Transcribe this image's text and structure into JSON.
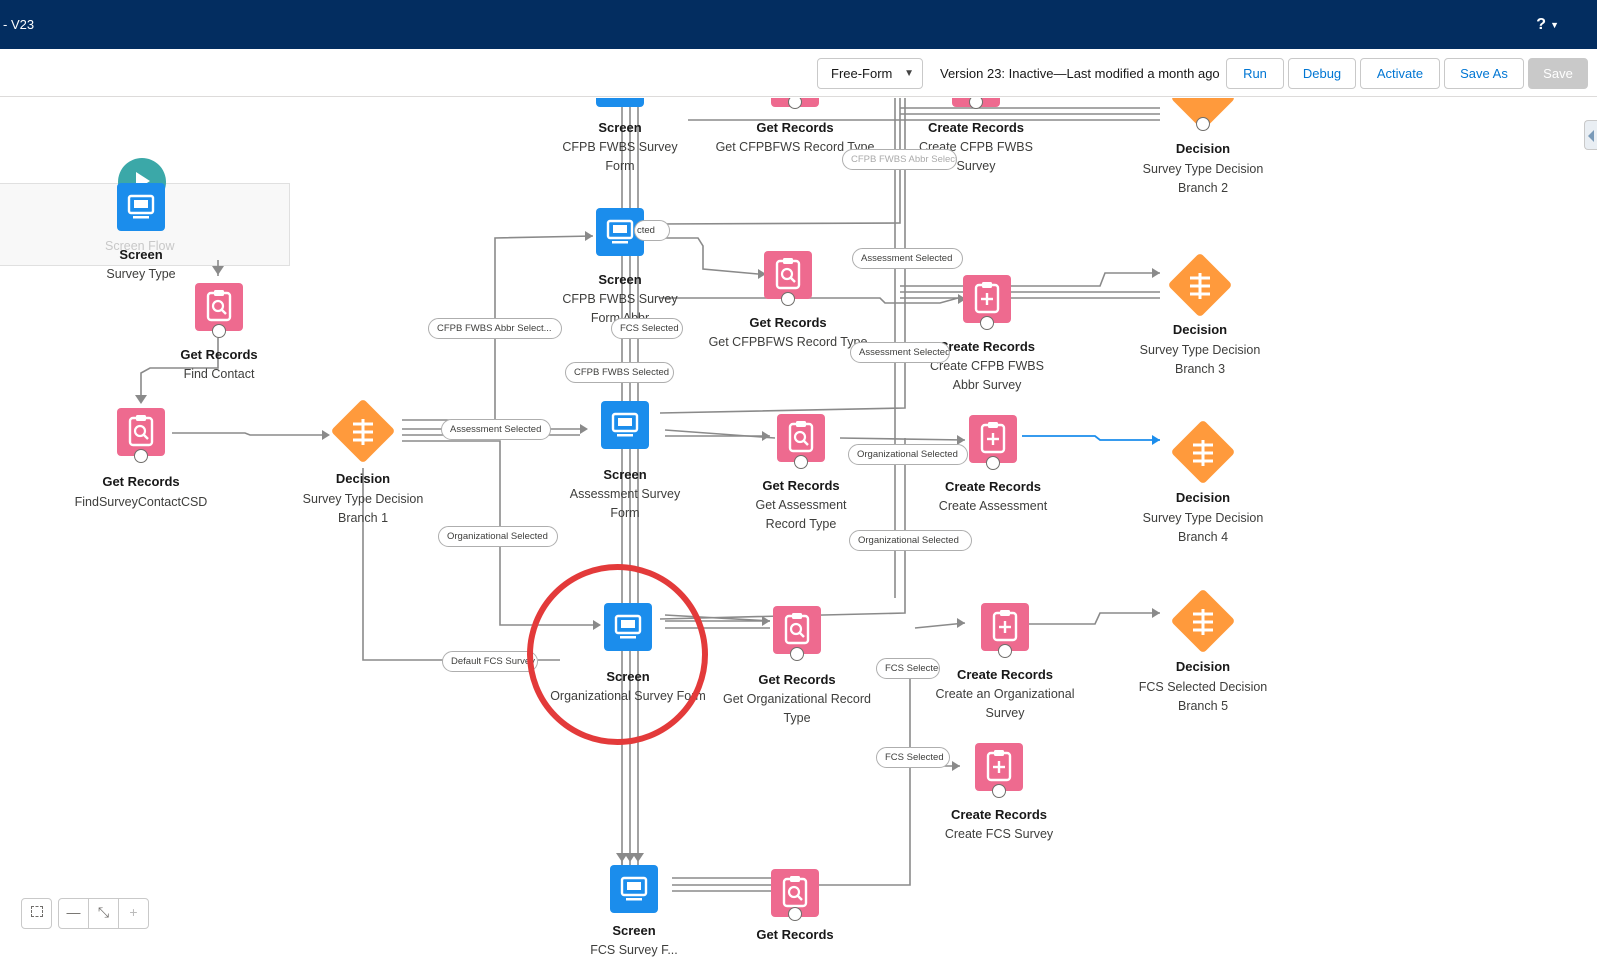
{
  "header": {
    "title": "- V23",
    "help_label": "?"
  },
  "toolbar": {
    "layout_mode": "Free-Form",
    "version_status": "Version 23: Inactive—Last modified a month ago",
    "run_label": "Run",
    "debug_label": "Debug",
    "activate_label": "Activate",
    "save_as_label": "Save As",
    "save_label": "Save"
  },
  "canvas": {
    "start": {
      "ghost_text": "Screen Flow"
    },
    "nodes": [
      {
        "id": "n1",
        "kind": "screen",
        "type": "Screen",
        "name": "Survey Type"
      },
      {
        "id": "n2",
        "kind": "get",
        "type": "Get Records",
        "name": "Find Contact"
      },
      {
        "id": "n3",
        "kind": "get",
        "type": "Get Records",
        "name": "FindSurveyContactCSD"
      },
      {
        "id": "n4",
        "kind": "decision",
        "type": "Decision",
        "name": "Survey Type Decision Branch 1"
      },
      {
        "id": "n5",
        "kind": "screen",
        "type": "Screen",
        "name": "CFPB FWBS Survey Form"
      },
      {
        "id": "n6",
        "kind": "get",
        "type": "Get Records",
        "name": "Get CFPBFWS Record Type"
      },
      {
        "id": "n7",
        "kind": "create",
        "type": "Create Records",
        "name": "Create CFPB FWBS Survey"
      },
      {
        "id": "n8",
        "kind": "decision",
        "type": "Decision",
        "name": "Survey Type Decision Branch 2"
      },
      {
        "id": "n9",
        "kind": "screen",
        "type": "Screen",
        "name": "CFPB FWBS Survey Form Abbr"
      },
      {
        "id": "n10",
        "kind": "get",
        "type": "Get Records",
        "name": "Get CFPBFWS Record Type"
      },
      {
        "id": "n11",
        "kind": "create",
        "type": "Create Records",
        "name": "Create CFPB FWBS Abbr Survey"
      },
      {
        "id": "n12",
        "kind": "decision",
        "type": "Decision",
        "name": "Survey Type Decision Branch 3"
      },
      {
        "id": "n13",
        "kind": "screen",
        "type": "Screen",
        "name": "Assessment Survey Form"
      },
      {
        "id": "n14",
        "kind": "get",
        "type": "Get Records",
        "name": "Get Assessment Record Type"
      },
      {
        "id": "n15",
        "kind": "create",
        "type": "Create Records",
        "name": "Create Assessment"
      },
      {
        "id": "n16",
        "kind": "decision",
        "type": "Decision",
        "name": "Survey Type Decision Branch 4"
      },
      {
        "id": "n17",
        "kind": "screen",
        "type": "Screen",
        "name": "Organizational Survey Form"
      },
      {
        "id": "n18",
        "kind": "get",
        "type": "Get Records",
        "name": "Get Organizational Record Type"
      },
      {
        "id": "n19",
        "kind": "create",
        "type": "Create Records",
        "name": "Create an Organizational Survey"
      },
      {
        "id": "n20",
        "kind": "decision",
        "type": "Decision",
        "name": "FCS Selected Decision Branch 5"
      },
      {
        "id": "n21",
        "kind": "create",
        "type": "Create Records",
        "name": "Create FCS Survey"
      },
      {
        "id": "n22",
        "kind": "screen",
        "type": "Screen",
        "name": "FCS Survey F..."
      },
      {
        "id": "n23",
        "kind": "get",
        "type": "Get Records",
        "name": ""
      }
    ],
    "pills": [
      {
        "id": "p1",
        "text": "CFPB FWBS Abbr Select..."
      },
      {
        "id": "p2",
        "text": "FCS Selected"
      },
      {
        "id": "p3",
        "text": "CFPB FWBS Selected"
      },
      {
        "id": "p4",
        "text": "Assessment Selected"
      },
      {
        "id": "p5",
        "text": "Organizational Selected"
      },
      {
        "id": "p6",
        "text": "Default FCS Survey"
      },
      {
        "id": "p7",
        "text": "CFPB FWBS Selected"
      },
      {
        "id": "p8",
        "text": "CFPB FWBS Abbr Select..."
      },
      {
        "id": "p9",
        "text": "Assessment Selected"
      },
      {
        "id": "p10",
        "text": "Assessment Selected"
      },
      {
        "id": "p11",
        "text": "Organizational Selected"
      },
      {
        "id": "p12",
        "text": "Organizational Selected"
      },
      {
        "id": "p13",
        "text": "FCS Selected"
      },
      {
        "id": "p14",
        "text": "FCS Selected"
      }
    ]
  },
  "zoom_controls": {
    "select_icon": "marquee-select-icon",
    "zoom_out_icon": "minus-icon",
    "fit_icon": "collapse-arrows-icon",
    "zoom_in_icon": "plus-icon"
  },
  "colors": {
    "header": "#032d60",
    "screen": "#1b8dec",
    "records": "#ee6a8f",
    "decision": "#ff9a3c",
    "highlight": "#e33a3a",
    "active_connector": "#1b8dec"
  }
}
